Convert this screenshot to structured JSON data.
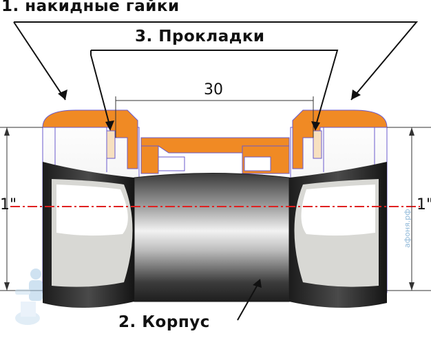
{
  "labels": {
    "nuts": "1. накидные гайки",
    "gaskets": "3. Прокладки",
    "body": "2. Корпус"
  },
  "dimensions": {
    "length": "30",
    "thread_left": "1\"",
    "thread_right": "1\""
  },
  "watermark": "афоня.рф",
  "colors": {
    "nut_fill": "#f08a24",
    "outline": "#6a5acd",
    "body_dark": "#2b2b2b",
    "axis_line": "#e02020"
  },
  "icons": {
    "plumber": "plumber-mascot-icon"
  }
}
